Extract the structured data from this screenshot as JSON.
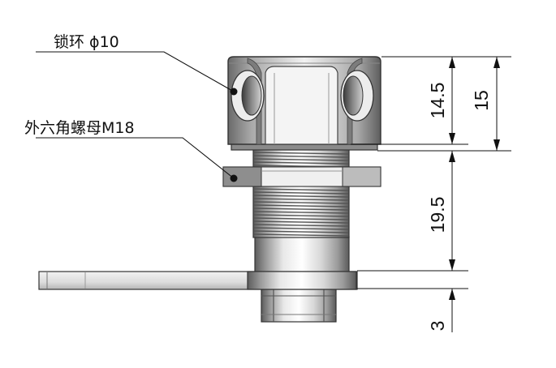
{
  "callouts": {
    "lock_ring": "锁环 ϕ10",
    "hex_nut": "外六角螺母M18"
  },
  "dimensions": {
    "d1": "14.5",
    "d2": "15",
    "d3": "19.5",
    "d4": "3"
  },
  "colors": {
    "metal_light": "#e6e6e6",
    "metal_mid": "#bdbdbd",
    "metal_dark": "#6a6a6a",
    "edge": "#333333",
    "line": "#111111"
  }
}
